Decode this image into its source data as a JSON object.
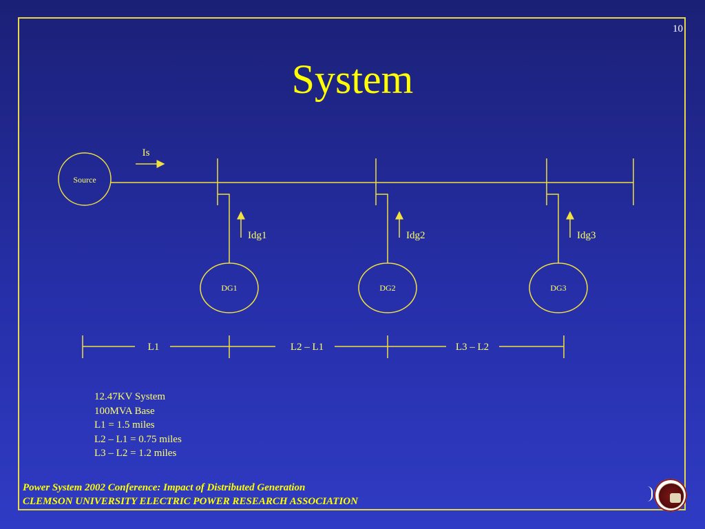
{
  "slide": {
    "page_number": "10",
    "title": "System"
  },
  "diagram": {
    "source_label": "Source",
    "source_current": "Is",
    "generators": [
      {
        "name": "DG1",
        "current": "Idg1"
      },
      {
        "name": "DG2",
        "current": "Idg2"
      },
      {
        "name": "DG3",
        "current": "Idg3"
      }
    ],
    "segments": [
      "L1",
      "L2 – L1",
      "L3 – L2"
    ]
  },
  "specs": [
    "12.47KV System",
    "100MVA Base",
    "L1 = 1.5 miles",
    "L2 – L1 = 0.75 miles",
    "L3 – L2 = 1.2 miles"
  ],
  "footer": {
    "line1": "Power System 2002 Conference:  Impact of Distributed Generation",
    "line2": "CLEMSON UNIVERSITY ELECTRIC POWER RESEARCH ASSOCIATION"
  },
  "colors": {
    "accent": "#ffff00",
    "line": "#f0e040",
    "background": "#262fa8"
  }
}
